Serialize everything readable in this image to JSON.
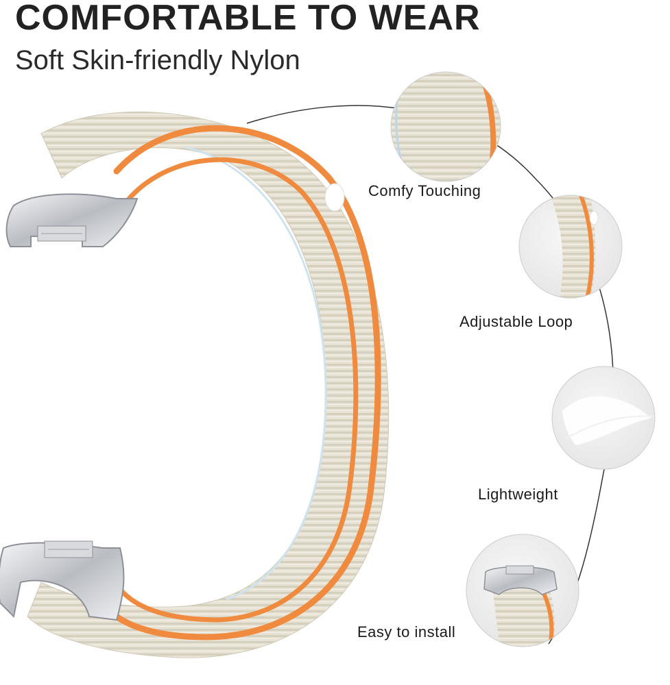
{
  "header": {
    "title": "COMFORTABLE TO WEAR",
    "subtitle": "Soft Skin-friendly Nylon"
  },
  "features": [
    {
      "label": "Comfy Touching",
      "icon": "nylon-texture-closeup"
    },
    {
      "label": "Adjustable Loop",
      "icon": "loop-edge-closeup"
    },
    {
      "label": "Lightweight",
      "icon": "feather-icon"
    },
    {
      "label": "Easy to install",
      "icon": "connector-closeup"
    }
  ],
  "colors": {
    "strap": "#e6e1d3",
    "strap_stripe": "#d6d0bf",
    "accent_orange": "#ef8a3e",
    "metal": "#c9ccd1",
    "circle_bg": "#efefef",
    "line": "#333333"
  }
}
